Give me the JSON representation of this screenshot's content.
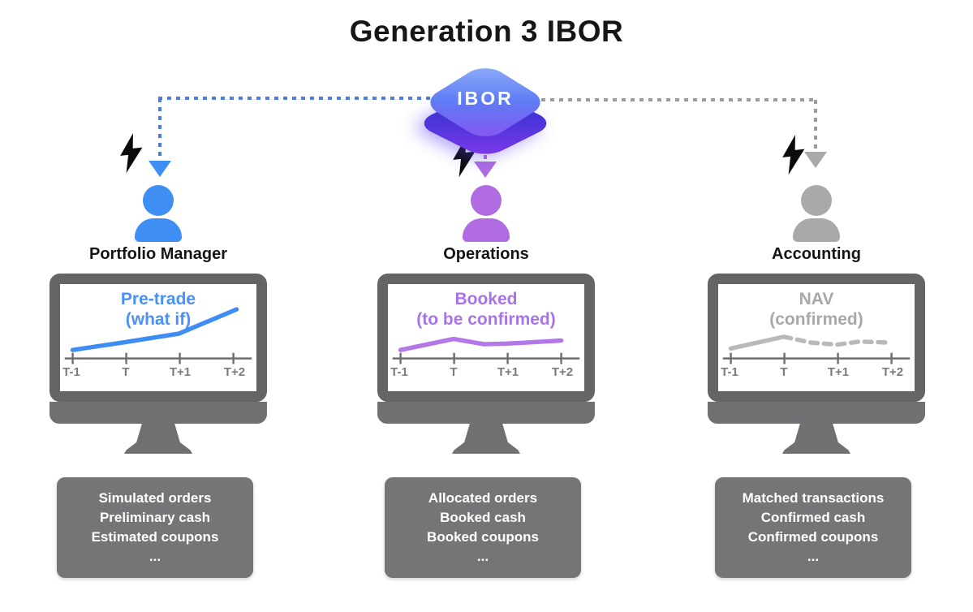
{
  "title": "Generation 3 IBOR",
  "hub": {
    "label": "IBOR"
  },
  "colors": {
    "axis": "#6f6f71",
    "tick_label": "#7a7b7d",
    "bolt": "#0b0b0c"
  },
  "columns": [
    {
      "role": "Portfolio Manager",
      "person_color": "#3f8ef4",
      "connector_color": "#4a7de0",
      "chart": {
        "type": "line",
        "title_line1": "Pre-trade",
        "title_line2": "(what if)",
        "title_color": "#4a90f5",
        "line_color": "#3e8df5",
        "ticks": [
          "T-1",
          "T",
          "T+1",
          "T+2"
        ],
        "segments": [
          {
            "dash": false,
            "points": [
              [
                0,
                16
              ],
              [
                33,
                31
              ],
              [
                66,
                47
              ],
              [
                102,
                93
              ]
            ]
          }
        ]
      },
      "box_lines": [
        "Simulated orders",
        "Preliminary cash",
        "Estimated coupons",
        "..."
      ]
    },
    {
      "role": "Operations",
      "person_color": "#b16ce2",
      "connector_color": "#b06ee2",
      "chart": {
        "type": "line",
        "title_line1": "Booked",
        "title_line2": "(to be confirmed)",
        "title_color": "#a873e8",
        "line_color": "#b277e8",
        "ticks": [
          "T-1",
          "T",
          "T+1",
          "T+2"
        ],
        "segments": [
          {
            "dash": false,
            "points": [
              [
                0,
                16
              ],
              [
                33,
                37
              ],
              [
                52,
                27
              ],
              [
                66,
                28
              ],
              [
                100,
                34
              ]
            ]
          }
        ]
      },
      "box_lines": [
        "Allocated orders",
        "Booked cash",
        "Booked coupons",
        "..."
      ]
    },
    {
      "role": "Accounting",
      "person_color": "#a9a9ab",
      "connector_color": "#9c9c9e",
      "chart": {
        "type": "line",
        "title_line1": "NAV",
        "title_line2": "(confirmed)",
        "title_color": "#a8a8aa",
        "line_color": "#b9b9bb",
        "ticks": [
          "T-1",
          "T",
          "T+1",
          "T+2"
        ],
        "segments": [
          {
            "dash": false,
            "points": [
              [
                0,
                19
              ],
              [
                33,
                41
              ]
            ]
          },
          {
            "dash": true,
            "points": [
              [
                33,
                41
              ],
              [
                50,
                30
              ],
              [
                66,
                26
              ],
              [
                80,
                32
              ],
              [
                100,
                30
              ]
            ]
          }
        ]
      },
      "box_lines": [
        "Matched transactions",
        "Confirmed cash",
        "Confirmed coupons",
        "..."
      ]
    }
  ]
}
